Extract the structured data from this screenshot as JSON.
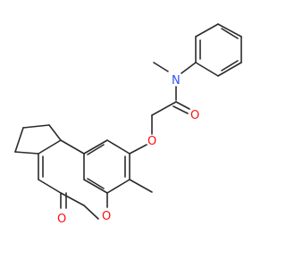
{
  "molecule": {
    "atoms": {
      "n_amide": {
        "symbol": "N",
        "color": "#3050f8"
      },
      "o_carbonyl": {
        "symbol": "O",
        "color": "#ff0d0d"
      },
      "o_ether": {
        "symbol": "O",
        "color": "#ff0d0d"
      },
      "o_ring": {
        "symbol": "O",
        "color": "#ff0d0d"
      },
      "o_lactone": {
        "symbol": "O",
        "color": "#ff0d0d"
      }
    },
    "bond_color": "#2b2b2b",
    "background": "#ffffff"
  }
}
